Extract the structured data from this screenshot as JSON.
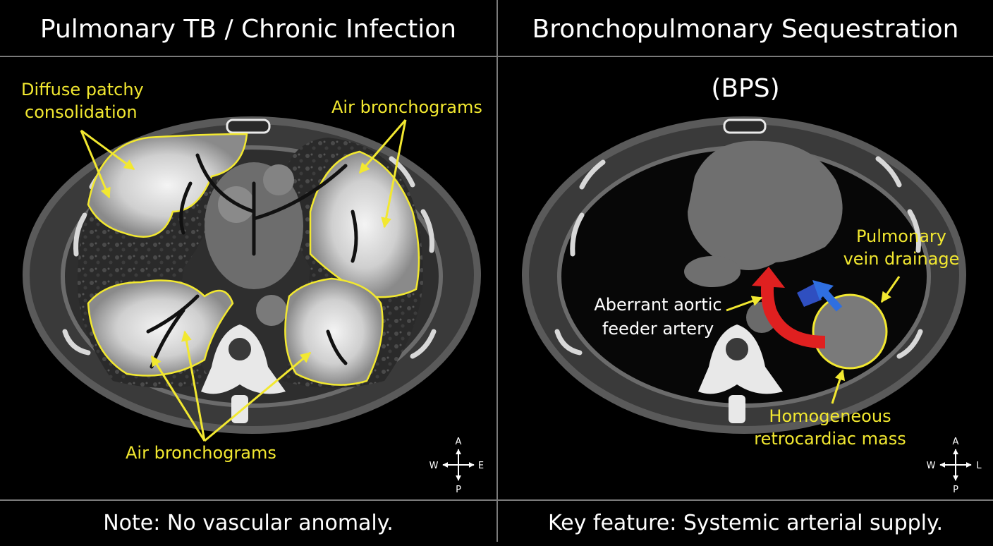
{
  "left_panel": {
    "title": "Pulmonary TB / Chronic Infection",
    "annotations": {
      "consolidation_line1": "Diffuse patchy",
      "consolidation_line2": "consolidation",
      "air_bronchograms_top": "Air bronchograms",
      "air_bronchograms_bottom": "Air bronchograms"
    },
    "orientation": {
      "north": "A",
      "south": "P",
      "west": "W",
      "east": "E"
    },
    "note": "Note: No vascular anomaly."
  },
  "right_panel": {
    "title": "Bronchopulmonary Sequestration (BPS)",
    "annotations": {
      "drainage_line1": "Pulmonary",
      "drainage_line2": "vein drainage",
      "feeder_line1": "Aberrant aortic",
      "feeder_line2": "feeder artery",
      "mass_line1": "Homogeneous",
      "mass_line2": "retrocardiac mass"
    },
    "orientation": {
      "north": "A",
      "south": "P",
      "west": "W",
      "east": "L"
    },
    "note": "Key feature: Systemic arterial supply."
  },
  "colors": {
    "annotation": "#f2e830",
    "artery": "#e02020",
    "vein": "#2f6fe0",
    "divider": "#7a7a7a"
  }
}
